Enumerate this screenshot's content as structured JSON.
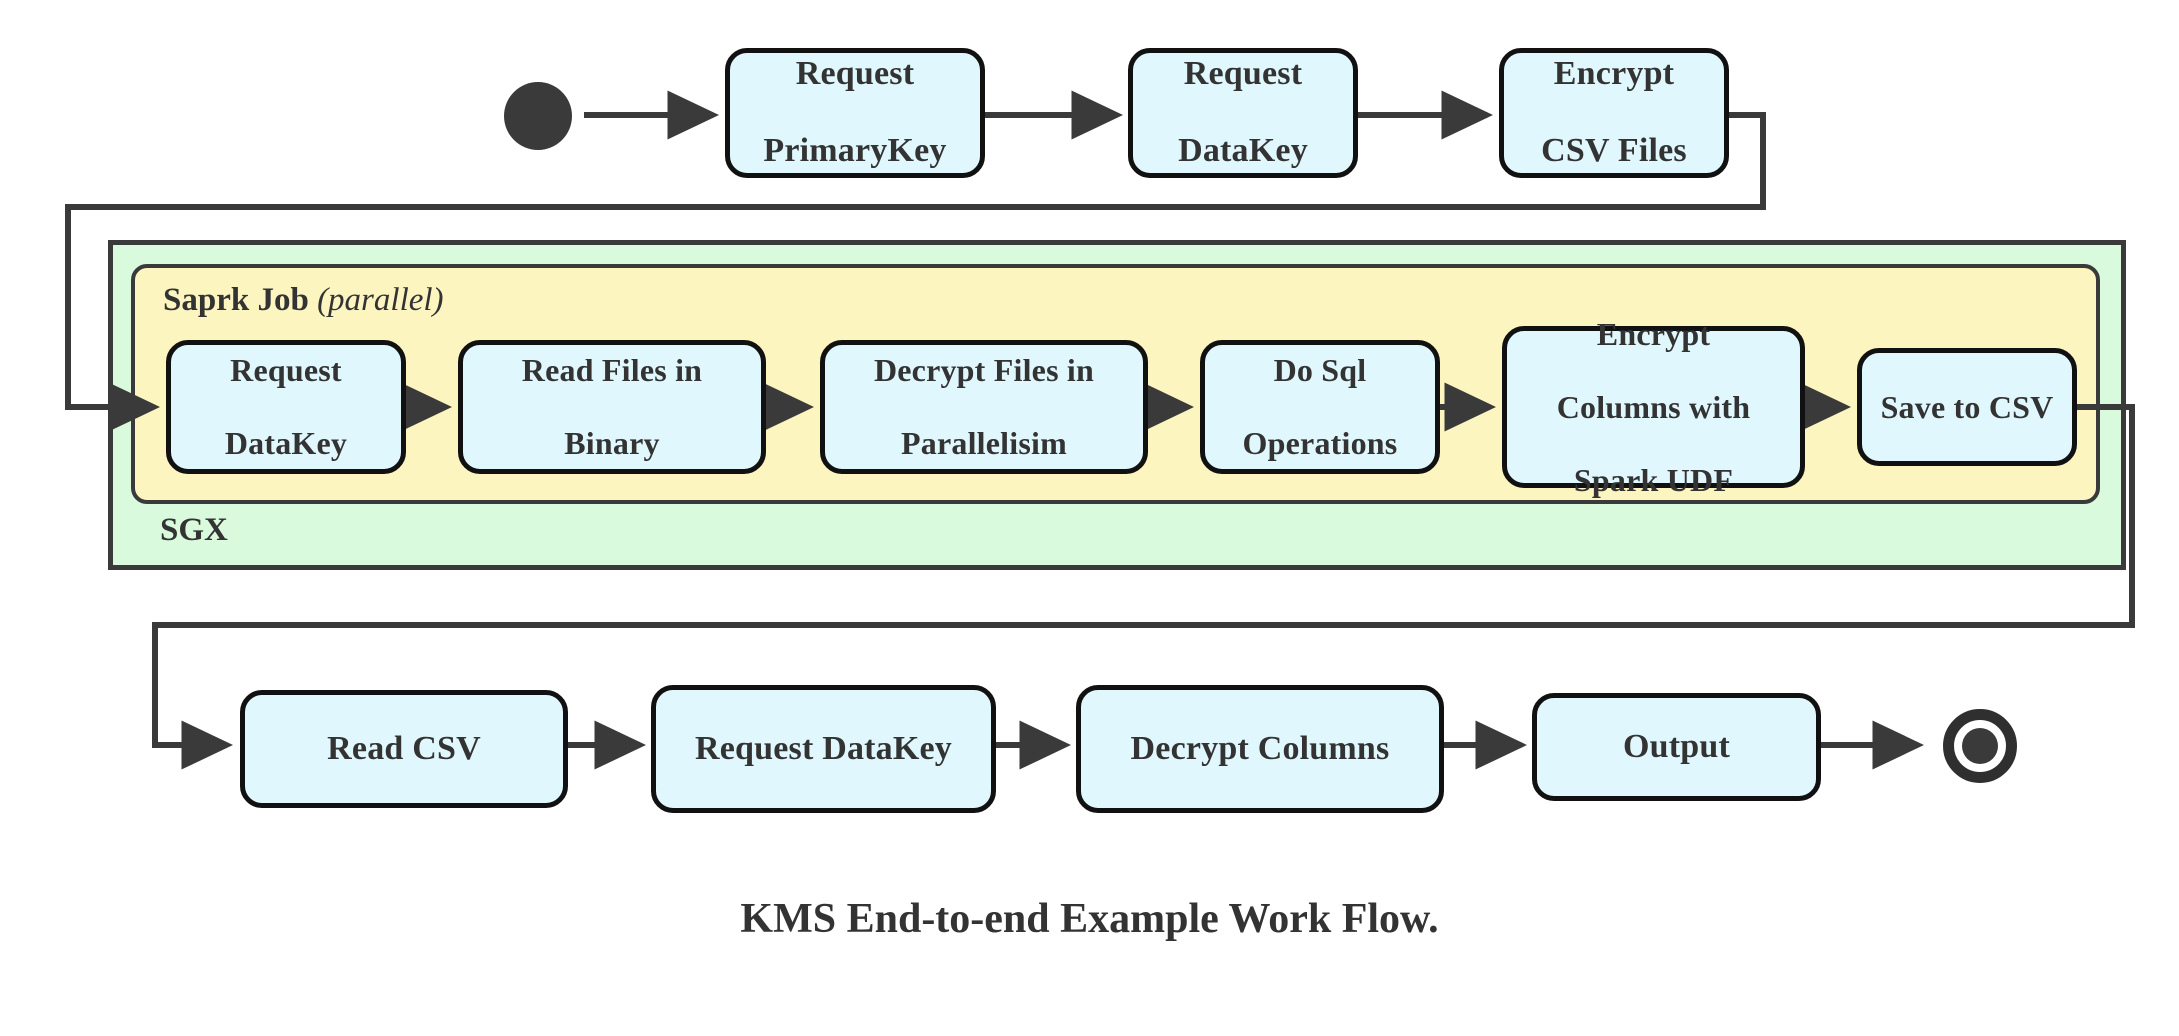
{
  "diagram": {
    "caption": "KMS End-to-end Example Work Flow.",
    "colors": {
      "node_fill": "#e0f8fd",
      "node_stroke": "#111111",
      "sgx_fill": "#d9fadd",
      "spark_fill": "#fdf5c0",
      "line": "#3a3a3a",
      "text": "#333333"
    },
    "groups": {
      "sgx": {
        "label": "SGX"
      },
      "spark": {
        "label": "Saprk Job",
        "modifier": "(parallel)"
      }
    },
    "markers": {
      "start_node": "start-filled-circle",
      "end_node": "end-bullseye-circle"
    },
    "rows": {
      "top": [
        {
          "id": "request-primarykey",
          "lines": [
            "Request",
            "PrimaryKey"
          ]
        },
        {
          "id": "request-datakey-top",
          "lines": [
            "Request",
            "DataKey"
          ]
        },
        {
          "id": "encrypt-csv-files",
          "lines": [
            "Encrypt",
            "CSV Files"
          ]
        }
      ],
      "spark": [
        {
          "id": "request-datakey-spark",
          "lines": [
            "Request",
            "DataKey"
          ]
        },
        {
          "id": "read-files-in-binary",
          "lines": [
            "Read Files in",
            "Binary"
          ]
        },
        {
          "id": "decrypt-files-in-parallelisim",
          "lines": [
            "Decrypt Files in",
            "Parallelisim"
          ]
        },
        {
          "id": "do-sql-operations",
          "lines": [
            "Do Sql",
            "Operations"
          ]
        },
        {
          "id": "encrypt-columns-with-spark-udf",
          "lines": [
            "Encrypt",
            "Columns with",
            "Spark UDF"
          ]
        },
        {
          "id": "save-to-csv",
          "lines": [
            "Save to CSV"
          ]
        }
      ],
      "bottom": [
        {
          "id": "read-csv",
          "lines": [
            "Read CSV"
          ]
        },
        {
          "id": "request-datakey-bottom",
          "lines": [
            "Request DataKey"
          ]
        },
        {
          "id": "decrypt-columns",
          "lines": [
            "Decrypt Columns"
          ]
        },
        {
          "id": "output",
          "lines": [
            "Output"
          ]
        }
      ]
    }
  }
}
